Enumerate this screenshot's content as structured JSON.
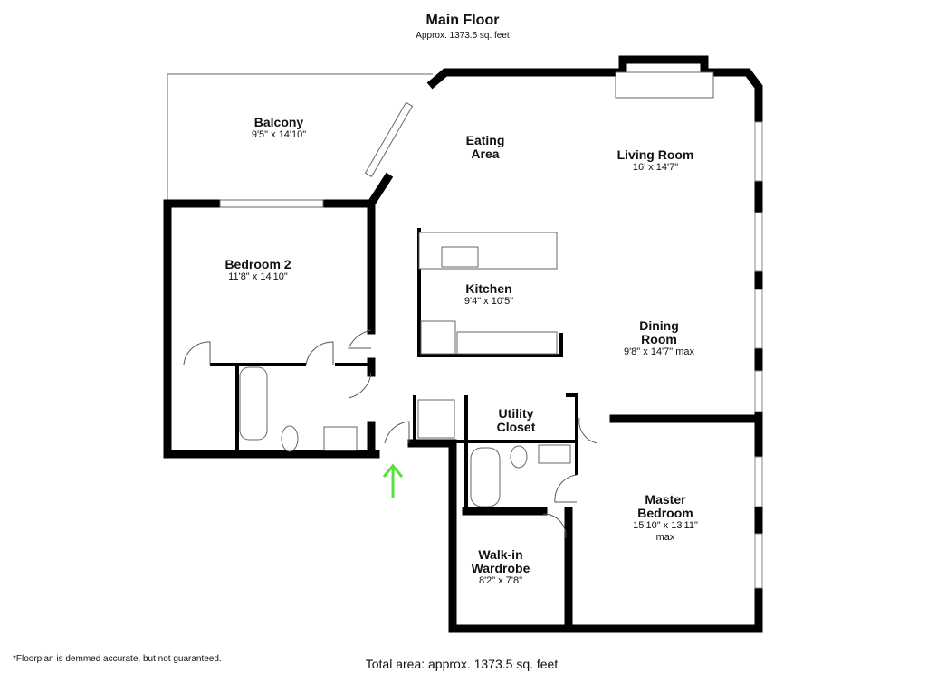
{
  "header": {
    "title": "Main Floor",
    "subtitle": "Approx. 1373.5 sq. feet"
  },
  "rooms": [
    {
      "name": "Balcony",
      "dim": "9'5\" x 14'10\""
    },
    {
      "name": "Eating Area",
      "dim": ""
    },
    {
      "name": "Living Room",
      "dim": "16' x 14'7\""
    },
    {
      "name": "Bedroom 2",
      "dim": "11'8\" x 14'10\""
    },
    {
      "name": "Kitchen",
      "dim": "9'4\" x 10'5\""
    },
    {
      "name": "Dining Room",
      "dim": "9'8\" x 14'7\" max"
    },
    {
      "name": "Utility Closet",
      "dim": ""
    },
    {
      "name": "Master Bedroom",
      "dim": "15'10\" x 13'11\" max"
    },
    {
      "name": "Walk-in Wardrobe",
      "dim": "8'2\" x 7'8\""
    }
  ],
  "footer": {
    "disclaimer": "*Floorplan is demmed accurate, but not guaranteed.",
    "total": "Total area: approx. 1373.5 sq. feet"
  },
  "colors": {
    "wall": "#000000",
    "entry_arrow": "#55e03c"
  }
}
